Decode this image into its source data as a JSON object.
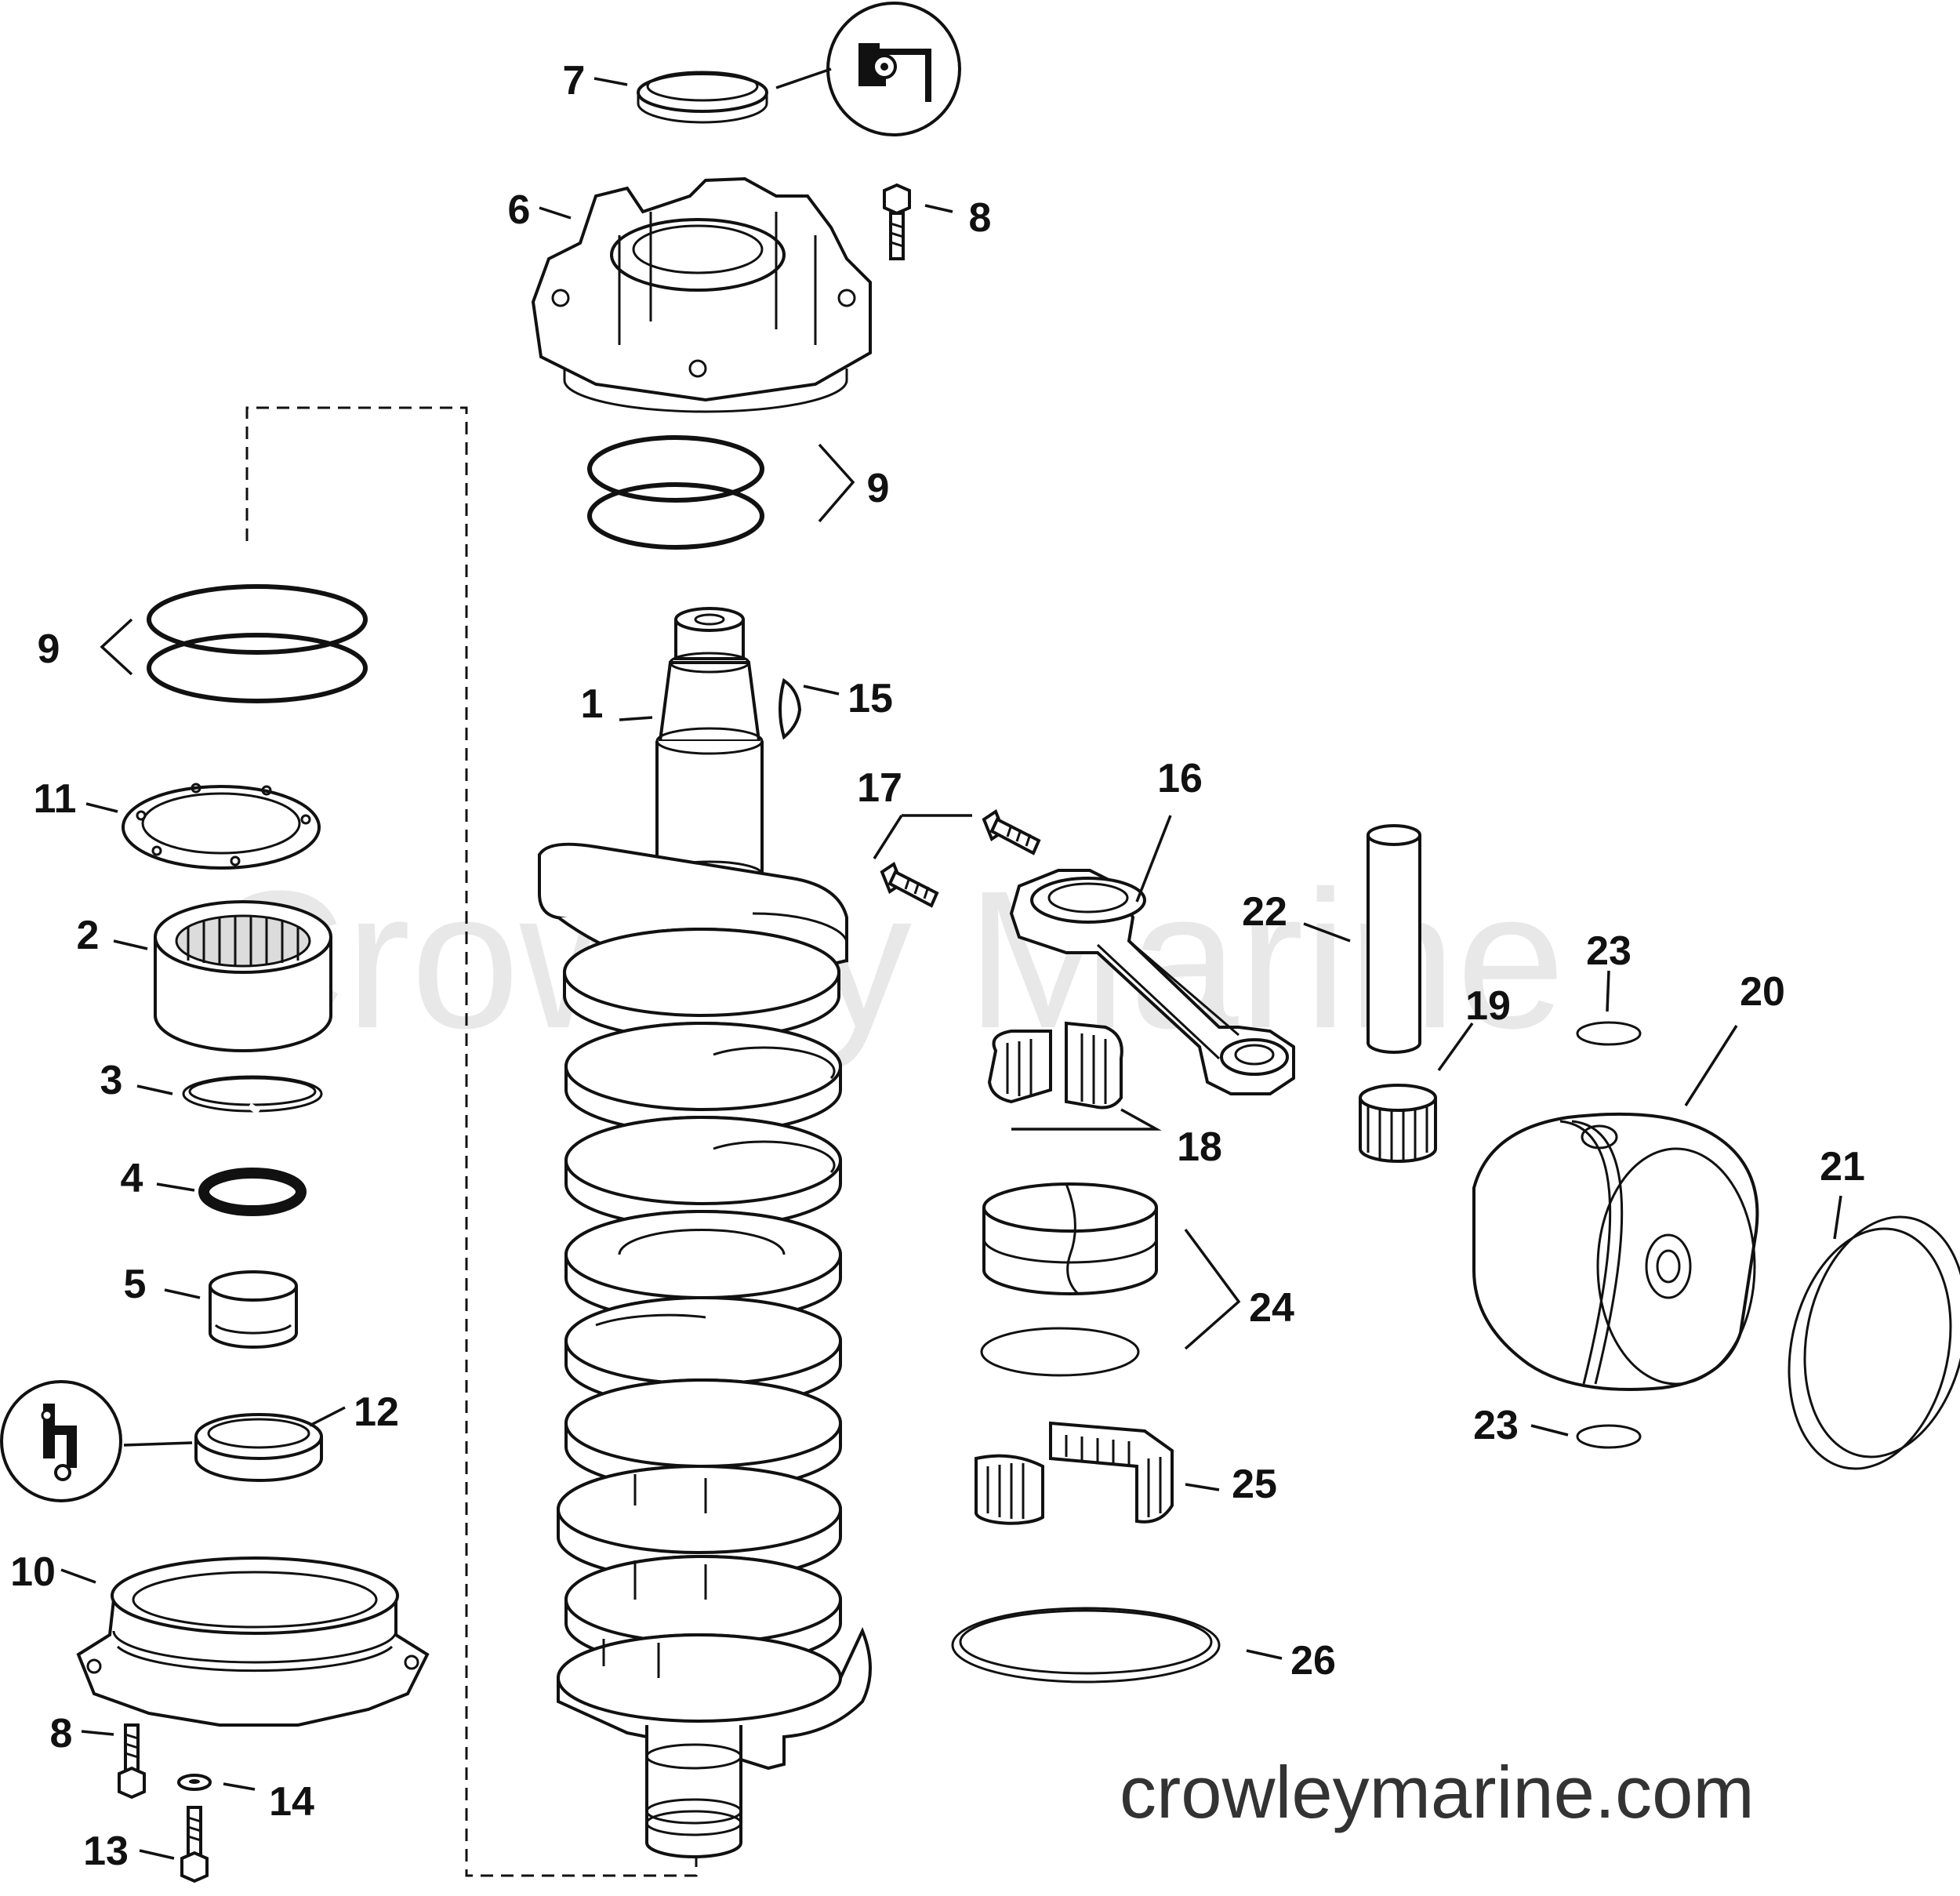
{
  "watermark": "Crowley Marine",
  "site_url": "crowleymarine.com",
  "callouts": {
    "c1": "1",
    "c2": "2",
    "c3": "3",
    "c4": "4",
    "c5": "5",
    "c6": "6",
    "c7": "7",
    "c8a": "8",
    "c8b": "8",
    "c9a": "9",
    "c9b": "9",
    "c10": "10",
    "c11": "11",
    "c12": "12",
    "c13": "13",
    "c14": "14",
    "c15": "15",
    "c16": "16",
    "c17": "17",
    "c18": "18",
    "c19": "19",
    "c20": "20",
    "c21": "21",
    "c22": "22",
    "c23a": "23",
    "c23b": "23",
    "c24": "24",
    "c25": "25",
    "c26": "26"
  },
  "icons": [
    "seal-detail-icon",
    "lip-seal-detail-icon"
  ]
}
